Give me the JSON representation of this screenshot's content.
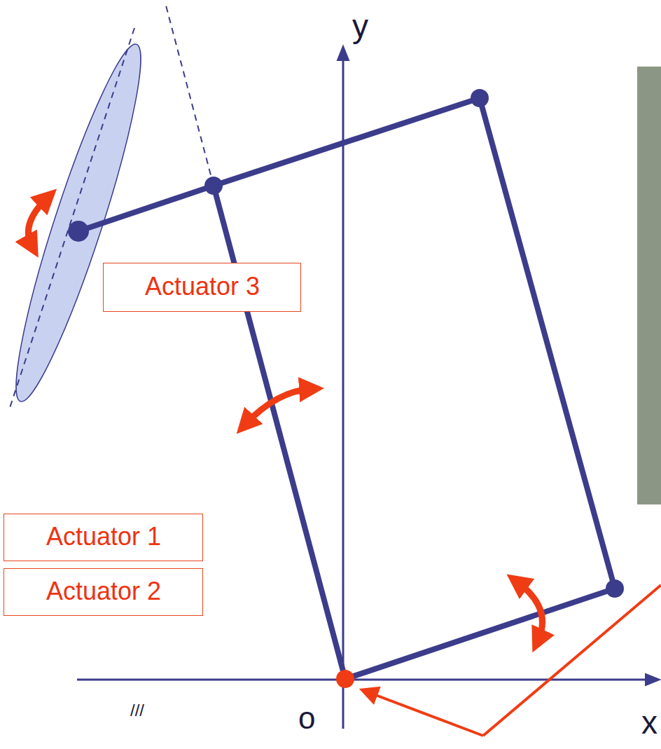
{
  "diagram": {
    "nodes": [
      {
        "text": [
          "Actuator 3"
        ]
      },
      {
        "text": [
          "Actuator 1"
        ]
      },
      {
        "text": [
          "Actuator 2"
        ]
      }
    ],
    "labels": [
      "y",
      "o",
      "x",
      "///"
    ]
  }
}
